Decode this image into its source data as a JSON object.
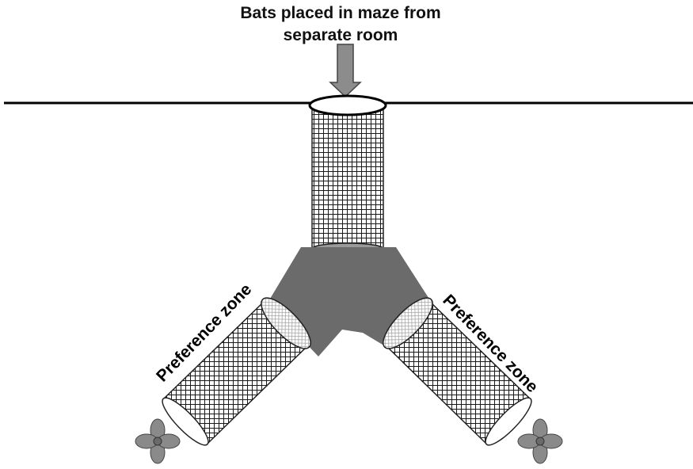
{
  "caption": {
    "line1": "Bats placed in maze from",
    "line2": "separate room"
  },
  "zones": {
    "left_label": "Preference zone",
    "right_label": "Preference zone"
  },
  "colors": {
    "junction": "#6b6b6b",
    "arrow": "#8c8c8c",
    "mesh": "#1a1a1a",
    "fan": "#8a8a8a",
    "line": "#000000"
  },
  "icons": {
    "fan_left": "fan-icon",
    "fan_right": "fan-icon",
    "arrow": "down-arrow-icon"
  }
}
